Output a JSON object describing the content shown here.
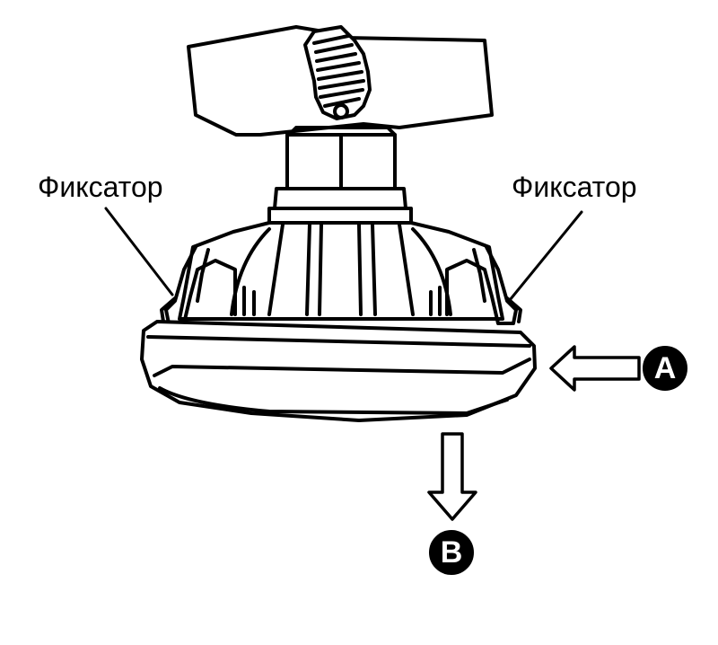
{
  "labels": {
    "latch_left": "Фиксатор",
    "latch_right": "Фиксатор"
  },
  "markers": {
    "a": "A",
    "b": "B"
  },
  "colors": {
    "line": "#000000",
    "background": "#ffffff"
  }
}
